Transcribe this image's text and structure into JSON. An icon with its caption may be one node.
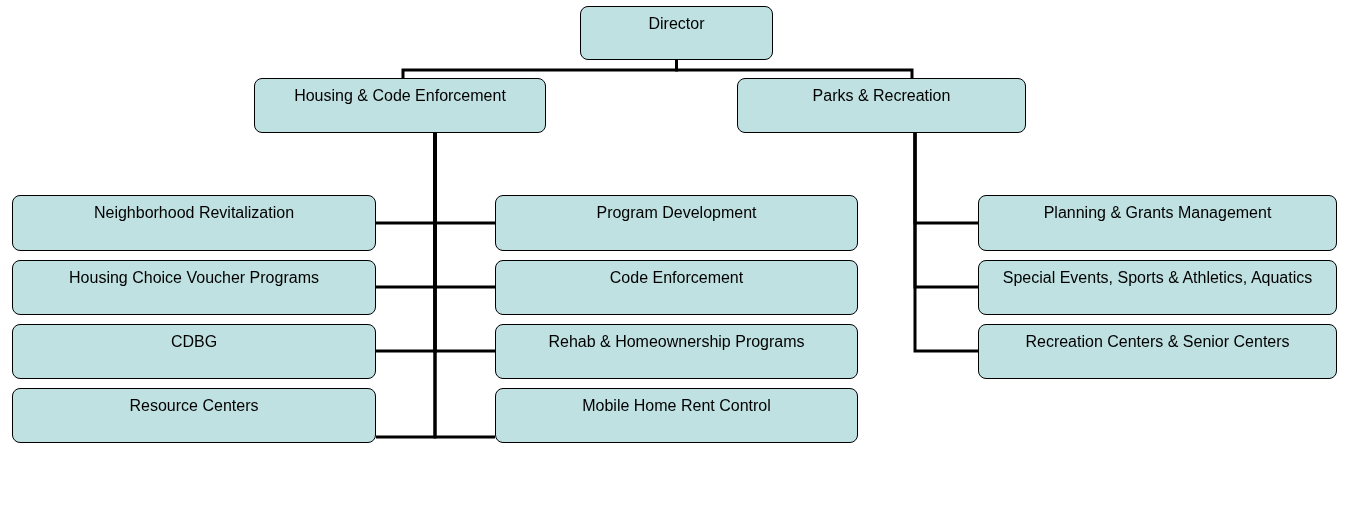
{
  "diagram": {
    "nodes": [
      {
        "text": [
          "Director"
        ]
      },
      {
        "text": [
          "Housing & Code Enforcement"
        ]
      },
      {
        "text": [
          "Parks & Recreation"
        ]
      },
      {
        "text": [
          "Neighborhood Revitalization"
        ]
      },
      {
        "text": [
          "Program Development"
        ]
      },
      {
        "text": [
          "Planning & Grants Management"
        ]
      },
      {
        "text": [
          "Housing Choice Voucher Programs"
        ]
      },
      {
        "text": [
          "Code Enforcement"
        ]
      },
      {
        "text": [
          "Special Events, Sports & Athletics, Aquatics"
        ]
      },
      {
        "text": [
          "CDBG"
        ]
      },
      {
        "text": [
          "Rehab & Homeownership Programs"
        ]
      },
      {
        "text": [
          "Recreation Centers & Senior Centers"
        ]
      },
      {
        "text": [
          "Resource Centers"
        ]
      },
      {
        "text": [
          "Mobile Home Rent Control"
        ]
      }
    ],
    "edges": [
      {
        "from": 0,
        "to": 1,
        "arrow": "none"
      },
      {
        "from": 0,
        "to": 2,
        "arrow": "none"
      },
      {
        "from": 1,
        "to": 3,
        "arrow": "none"
      },
      {
        "from": 1,
        "to": 4,
        "arrow": "none"
      },
      {
        "from": 1,
        "to": 6,
        "arrow": "none"
      },
      {
        "from": 1,
        "to": 7,
        "arrow": "none"
      },
      {
        "from": 1,
        "to": 9,
        "arrow": "none"
      },
      {
        "from": 1,
        "to": 10,
        "arrow": "none"
      },
      {
        "from": 1,
        "to": 12,
        "arrow": "none"
      },
      {
        "from": 1,
        "to": 13,
        "arrow": "none"
      },
      {
        "from": 2,
        "to": 5,
        "arrow": "none"
      },
      {
        "from": 2,
        "to": 8,
        "arrow": "none"
      },
      {
        "from": 2,
        "to": 11,
        "arrow": "none"
      }
    ]
  }
}
